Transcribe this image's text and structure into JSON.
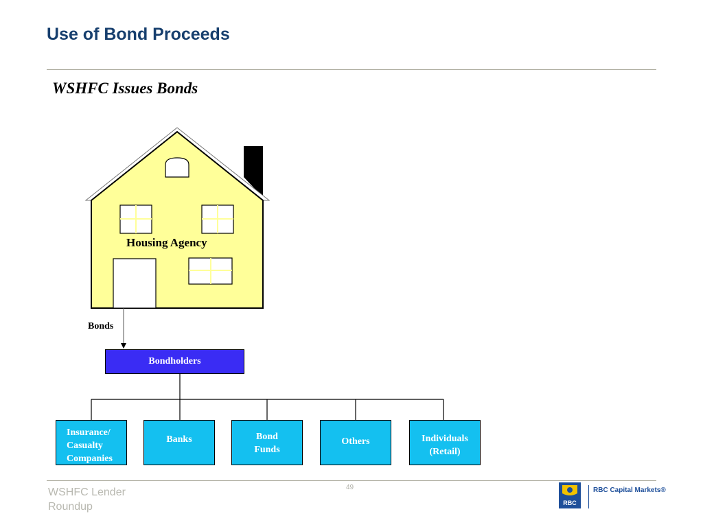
{
  "header": {
    "title": "Use of Bond Proceeds",
    "subtitle": "WSHFC Issues Bonds"
  },
  "diagram": {
    "house_label": "Housing Agency",
    "arrow_label": "Bonds",
    "bondholders_label": "Bondholders",
    "categories": [
      "Insurance/\nCasualty\nCompanies",
      "Banks",
      "Bond\nFunds",
      "Others",
      "Individuals\n(Retail)"
    ],
    "colors": {
      "house_fill": "#ffff99",
      "bondholders_fill": "#3a2cf4",
      "category_fill": "#14c0f0",
      "title_color": "#173f6e"
    }
  },
  "footer": {
    "left_text": "WSHFC Lender\nRoundup",
    "page_number": "49",
    "logo_text": "RBC Capital Markets®",
    "logo_mark": "RBC"
  }
}
